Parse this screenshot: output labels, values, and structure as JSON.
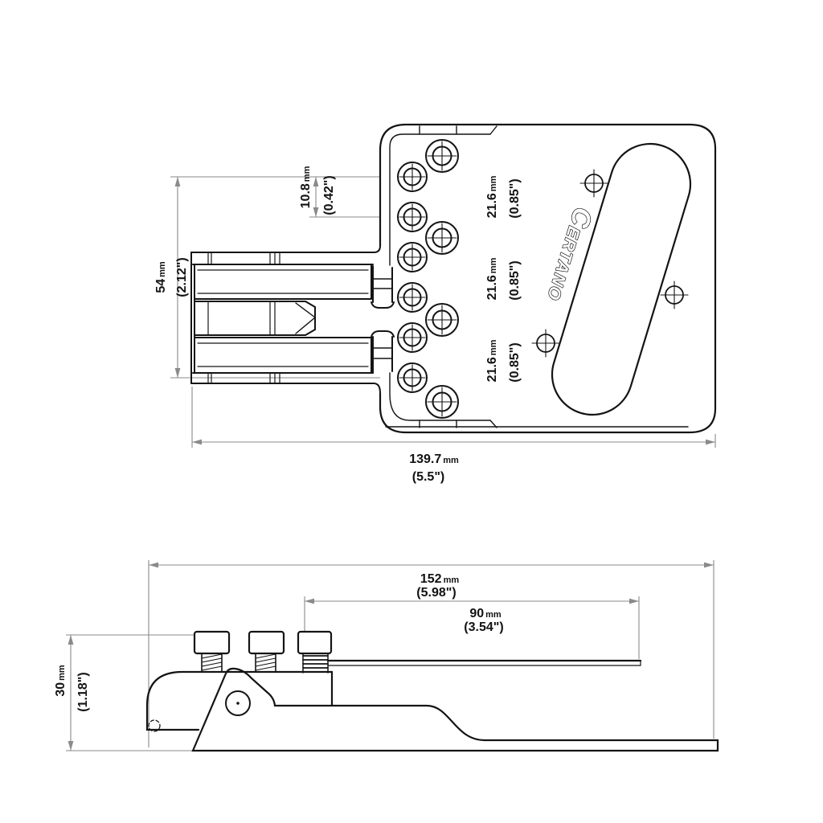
{
  "brand": {
    "logo_initial": "C",
    "logo_rest": "ERTANO"
  },
  "top_view": {
    "dim_hole_offset": {
      "value": "10.8",
      "unit": "mm",
      "inches": "(0.42\")"
    },
    "dim_hole_span": {
      "value": "54",
      "unit": "mm",
      "inches": "(2.12\")"
    },
    "dim_hole_pitch": [
      {
        "value": "21.6",
        "unit": "mm",
        "inches": "(0.85\")"
      },
      {
        "value": "21.6",
        "unit": "mm",
        "inches": "(0.85\")"
      },
      {
        "value": "21.6",
        "unit": "mm",
        "inches": "(0.85\")"
      }
    ],
    "dim_total_width": {
      "value": "139.7",
      "unit": "mm",
      "inches": "(5.5\")"
    }
  },
  "side_view": {
    "dim_total_length": {
      "value": "152",
      "unit": "mm",
      "inches": "(5.98\")"
    },
    "dim_blade_length": {
      "value": "90",
      "unit": "mm",
      "inches": "(3.54\")"
    },
    "dim_total_height": {
      "value": "30",
      "unit": "mm",
      "inches": "(1.18\")"
    }
  },
  "colors": {
    "line": "#141414",
    "dimension": "#8a8a8a",
    "background": "#ffffff"
  }
}
